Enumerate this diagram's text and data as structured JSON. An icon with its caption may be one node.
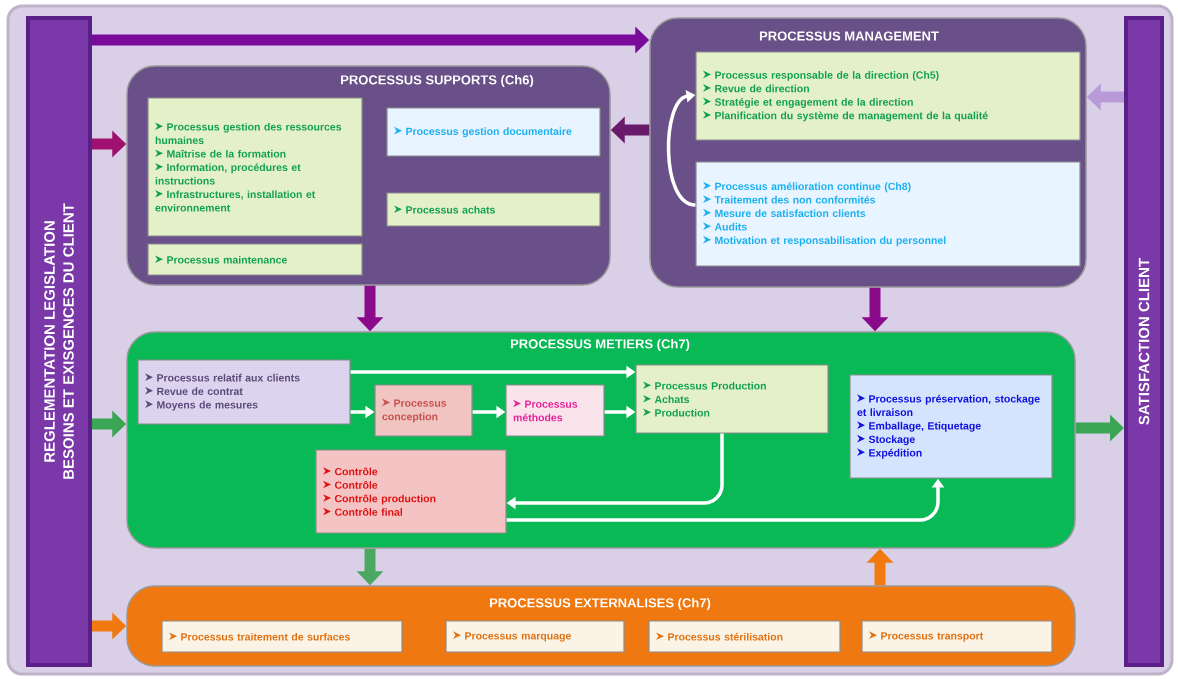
{
  "diagram": {
    "nodes": [
      {
        "text": [
          "REGLEMENTATION LEGISLATION",
          "BESOINS ET EXISGENCES DU CLIENT"
        ]
      },
      {
        "text": [
          "SATISFACTION CLIENT"
        ]
      },
      {
        "text": [
          "PROCESSUS SUPPORTS (Ch6)"
        ]
      },
      {
        "text": [
          "Processus gestion des ressources humaines",
          "Maîtrise de la formation",
          "Information, procédures et instructions",
          "Infrastructures, installation et environnement"
        ],
        "in": 2
      },
      {
        "text": [
          "Processus maintenance"
        ],
        "in": 2
      },
      {
        "text": [
          "Processus gestion documentaire"
        ],
        "in": 2
      },
      {
        "text": [
          "Processus achats"
        ],
        "in": 2
      },
      {
        "text": [
          "PROCESSUS MANAGEMENT"
        ]
      },
      {
        "text": [
          "Processus responsable de la direction (Ch5)",
          "Revue de direction",
          "Stratégie et engagement de la direction",
          "Planification  du système de management de la qualité"
        ],
        "in": 7
      },
      {
        "text": [
          "Processus amélioration continue (Ch8)",
          "Traitement des non conformités",
          "Mesure de satisfaction clients",
          "Audits",
          "Motivation et responsabilisation du personnel"
        ],
        "in": 7
      },
      {
        "text": [
          "PROCESSUS METIERS (Ch7)"
        ]
      },
      {
        "text": [
          "Processus relatif aux clients",
          "Revue de contrat",
          "Moyens de mesures"
        ],
        "in": 10
      },
      {
        "text": [
          "Processus conception"
        ],
        "in": 10
      },
      {
        "text": [
          "Processus méthodes"
        ],
        "in": 10
      },
      {
        "text": [
          "Processus  Production",
          "Achats",
          "Production"
        ],
        "in": 10
      },
      {
        "text": [
          "Contrôle",
          "Contrôle",
          "Contrôle production",
          "Contrôle final"
        ],
        "in": 10
      },
      {
        "text": [
          "Processus préservation, stockage et livraison",
          "Emballage,  Etiquetage",
          "Stockage",
          "Expédition"
        ],
        "in": 10
      },
      {
        "text": [
          "PROCESSUS EXTERNALISES (Ch7)"
        ]
      },
      {
        "text": [
          "Processus  traitement de surfaces"
        ],
        "in": 17
      },
      {
        "text": [
          "Processus marquage"
        ],
        "in": 17
      },
      {
        "text": [
          "Processus stérilisation"
        ],
        "in": 17
      },
      {
        "text": [
          "Processus transport"
        ],
        "in": 17
      }
    ],
    "edges": [
      {
        "from": 0,
        "to": 7,
        "arrow": "to",
        "color": "#7a0a9a"
      },
      {
        "from": 0,
        "to": 2,
        "arrow": "to",
        "color": "#a01070"
      },
      {
        "from": 7,
        "to": 2,
        "arrow": "to",
        "color": "#6a1a6a"
      },
      {
        "from": 1,
        "to": 7,
        "arrow": "to",
        "color": "#b89ad8"
      },
      {
        "from": 2,
        "to": 10,
        "arrow": "to",
        "color": "#8a0a8a"
      },
      {
        "from": 7,
        "to": 10,
        "arrow": "to",
        "color": "#8a0a8a"
      },
      {
        "from": 0,
        "to": 10,
        "arrow": "to",
        "color": "#3aa655"
      },
      {
        "from": 10,
        "to": 1,
        "arrow": "to",
        "color": "#3aa655"
      },
      {
        "from": 10,
        "to": 17,
        "arrow": "to",
        "color": "#4aa860"
      },
      {
        "from": 17,
        "to": 10,
        "arrow": "to",
        "color": "#f07a10"
      },
      {
        "from": 0,
        "to": 17,
        "arrow": "to",
        "color": "#f07a10"
      },
      {
        "from": 9,
        "to": 8,
        "arrow": "to",
        "color": "#ffffff"
      },
      {
        "from": 11,
        "to": 14,
        "arrow": "to",
        "color": "#ffffff"
      },
      {
        "from": 11,
        "to": 12,
        "arrow": "to",
        "color": "#ffffff"
      },
      {
        "from": 12,
        "to": 13,
        "arrow": "to",
        "color": "#ffffff"
      },
      {
        "from": 13,
        "to": 14,
        "arrow": "to",
        "color": "#ffffff"
      },
      {
        "from": 14,
        "to": 15,
        "arrow": "to",
        "color": "#ffffff"
      },
      {
        "from": 15,
        "to": 16,
        "arrow": "to",
        "color": "#ffffff"
      }
    ]
  }
}
